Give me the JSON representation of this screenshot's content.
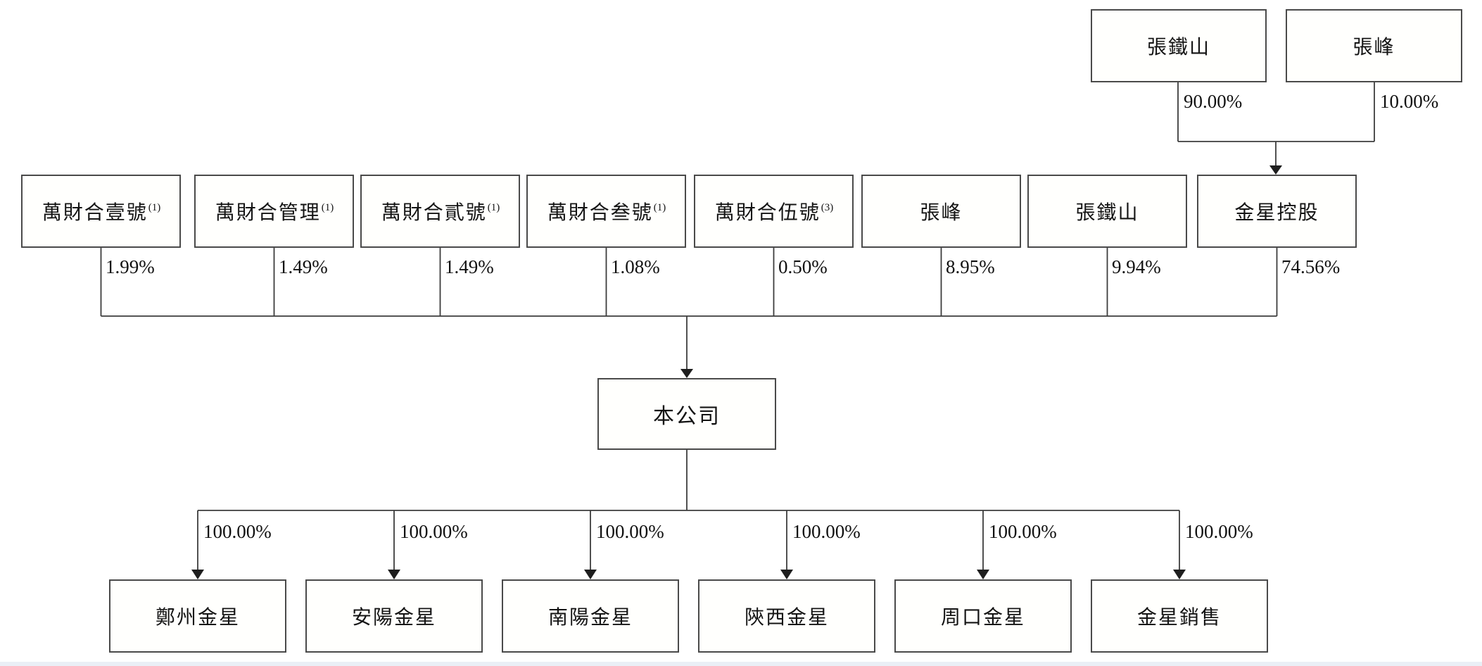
{
  "diagram": {
    "top_shareholders": [
      {
        "label": "張鐵山",
        "pct": "90.00%"
      },
      {
        "label": "張峰",
        "pct": "10.00%"
      }
    ],
    "shareholders": [
      {
        "label": "萬財合壹號",
        "note": "(1)",
        "pct": "1.99%"
      },
      {
        "label": "萬財合管理",
        "note": "(1)",
        "pct": "1.49%"
      },
      {
        "label": "萬財合貳號",
        "note": "(1)",
        "pct": "1.49%"
      },
      {
        "label": "萬財合叁號",
        "note": "(1)",
        "pct": "1.08%"
      },
      {
        "label": "萬財合伍號",
        "note": "(3)",
        "pct": "0.50%"
      },
      {
        "label": "張峰",
        "note": "",
        "pct": "8.95%"
      },
      {
        "label": "張鐵山",
        "note": "",
        "pct": "9.94%"
      },
      {
        "label": "金星控股",
        "note": "",
        "pct": "74.56%"
      }
    ],
    "company": {
      "label": "本公司"
    },
    "subsidiaries": [
      {
        "label": "鄭州金星",
        "pct": "100.00%"
      },
      {
        "label": "安陽金星",
        "pct": "100.00%"
      },
      {
        "label": "南陽金星",
        "pct": "100.00%"
      },
      {
        "label": "陝西金星",
        "pct": "100.00%"
      },
      {
        "label": "周口金星",
        "pct": "100.00%"
      },
      {
        "label": "金星銷售",
        "pct": "100.00%"
      }
    ],
    "colors": {
      "line": "#3c3c3c",
      "box_border": "#4a4a4a",
      "box_fill": "#fffffd",
      "text": "#141414",
      "footer_strip": "#eaeff6"
    }
  }
}
